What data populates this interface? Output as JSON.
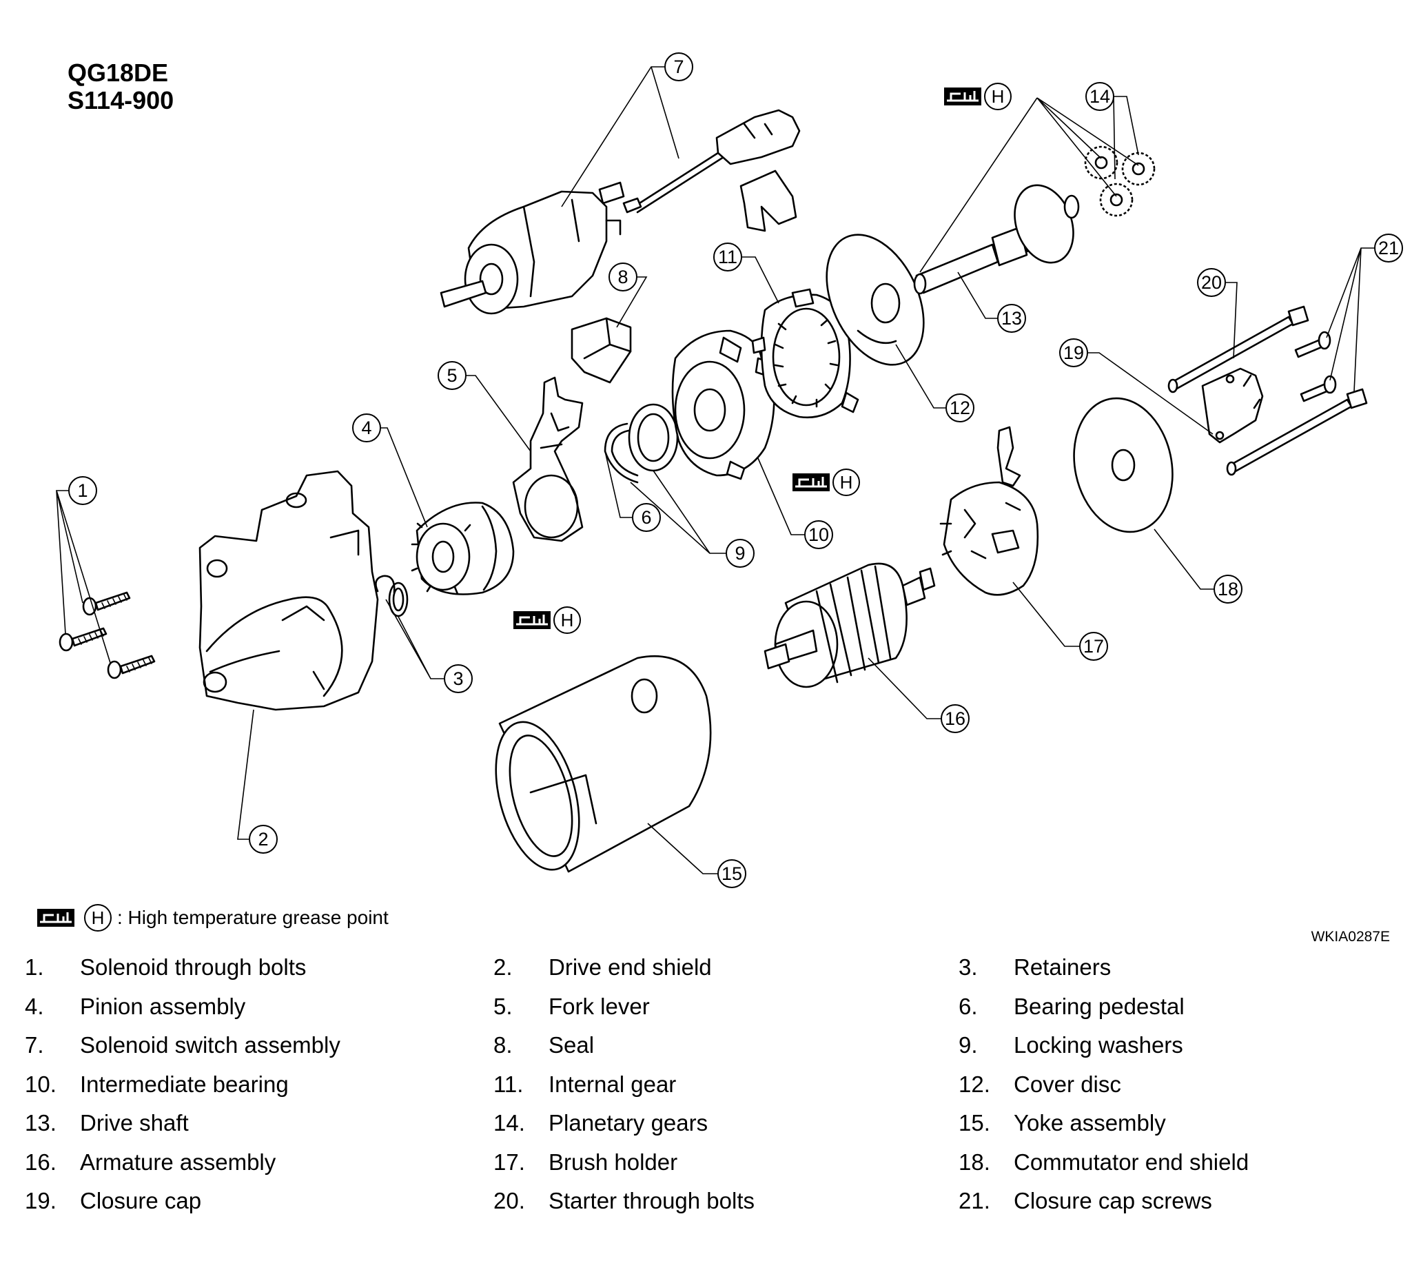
{
  "header": {
    "engine": "QG18DE",
    "model": "S114-900"
  },
  "grease_symbol": {
    "letter": "H",
    "legend_text": ": High temperature grease point"
  },
  "figure_code": "WKIA0287E",
  "parts": [
    {
      "num": "1.",
      "name": "Solenoid through bolts"
    },
    {
      "num": "2.",
      "name": "Drive end shield"
    },
    {
      "num": "3.",
      "name": "Retainers"
    },
    {
      "num": "4.",
      "name": "Pinion assembly"
    },
    {
      "num": "5.",
      "name": "Fork lever"
    },
    {
      "num": "6.",
      "name": "Bearing pedestal"
    },
    {
      "num": "7.",
      "name": "Solenoid switch assembly"
    },
    {
      "num": "8.",
      "name": "Seal"
    },
    {
      "num": "9.",
      "name": "Locking washers"
    },
    {
      "num": "10.",
      "name": "Intermediate bearing"
    },
    {
      "num": "11.",
      "name": "Internal gear"
    },
    {
      "num": "12.",
      "name": "Cover disc"
    },
    {
      "num": "13.",
      "name": "Drive shaft"
    },
    {
      "num": "14.",
      "name": "Planetary gears"
    },
    {
      "num": "15.",
      "name": "Yoke assembly"
    },
    {
      "num": "16.",
      "name": "Armature assembly"
    },
    {
      "num": "17.",
      "name": "Brush holder"
    },
    {
      "num": "18.",
      "name": "Commutator end shield"
    },
    {
      "num": "19.",
      "name": "Closure cap"
    },
    {
      "num": "20.",
      "name": "Starter through bolts"
    },
    {
      "num": "21.",
      "name": "Closure cap screws"
    }
  ],
  "callouts": [
    "1",
    "2",
    "3",
    "4",
    "5",
    "6",
    "7",
    "8",
    "9",
    "10",
    "11",
    "12",
    "13",
    "14",
    "15",
    "16",
    "17",
    "18",
    "19",
    "20",
    "21"
  ]
}
